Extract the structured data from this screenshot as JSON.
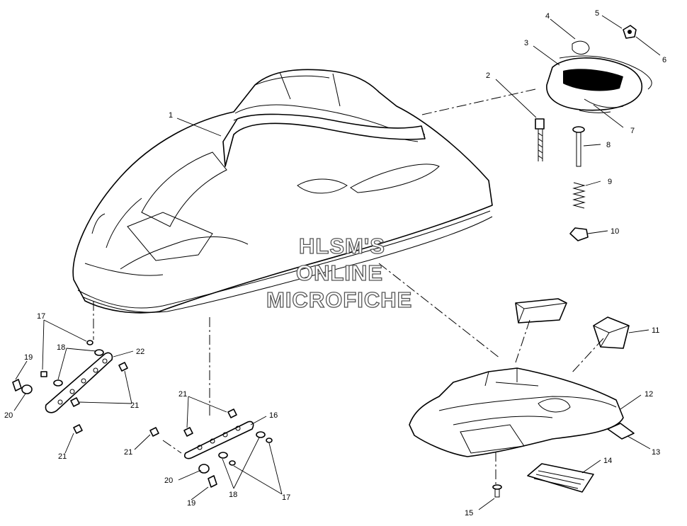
{
  "watermark": {
    "line1": "HLSM'S",
    "line2": "ONLINE",
    "line3": "MICROFICHE"
  },
  "callouts": {
    "c1": "1",
    "c2": "2",
    "c3": "3",
    "c4": "4",
    "c5": "5",
    "c6": "6",
    "c7": "7",
    "c8": "8",
    "c9": "9",
    "c10": "10",
    "c11": "11",
    "c12": "12",
    "c13": "13",
    "c14": "14",
    "c15": "15",
    "c16": "16",
    "c17a": "17",
    "c17b": "17",
    "c18a": "18",
    "c18b": "18",
    "c19a": "19",
    "c19b": "19",
    "c20a": "20",
    "c20b": "20",
    "c21a": "21",
    "c21b": "21",
    "c21c": "21",
    "c21d": "21",
    "c22": "22"
  }
}
